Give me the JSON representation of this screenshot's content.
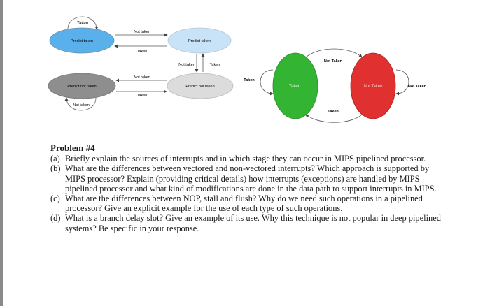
{
  "diagram": {
    "predictor_2bit": {
      "states": {
        "top_left": "Predict taken",
        "top_right": "Predict taken",
        "bottom_left": "Predict not taken",
        "bottom_right": "Predict not taken"
      },
      "transitions": {
        "self_loop_top": "Taken",
        "top_left_to_top_right": "Not taken",
        "top_right_to_top_left": "Taken",
        "right_vertical_down": "Not taken",
        "right_vertical_up": "Taken",
        "bottom_right_to_bottom_left": "Not taken",
        "bottom_left_to_bottom_right": "Taken",
        "self_loop_bottom": "Not taken"
      }
    },
    "predictor_1bit": {
      "states": {
        "left": "Taken",
        "right": "Not Taken"
      },
      "transitions": {
        "self_loop_left": "Taken",
        "top_arc": "Not Taken",
        "self_loop_right": "Not Taken",
        "bottom_arc": "Taken"
      },
      "colors": {
        "left": "#33b533",
        "right": "#e03030"
      }
    },
    "colors": {
      "blue_dark": "#5ab0ea",
      "blue_light": "#c8e2f7",
      "gray_dark": "#8e8e8e",
      "gray_light": "#dcdcdc"
    }
  },
  "problem": {
    "title": "Problem #4",
    "questions": [
      {
        "label": "(a)",
        "text": "Briefly explain the sources of interrupts and in which stage they can occur in MIPS pipelined processor."
      },
      {
        "label": "(b)",
        "text": "What are the differences between vectored and non-vectored interrupts? Which approach is supported by MIPS processor? Explain (providing critical details) how interrupts (exceptions) are handled by MIPS pipelined processor and what kind of modifications are done in the data path to support interrupts in MIPS."
      },
      {
        "label": "(c)",
        "text": "What are the differences between NOP, stall and flush? Why do we need such operations in a pipelined processor? Give an explicit example for the use of each type of such operations."
      },
      {
        "label": "(d)",
        "text": "What is a branch delay slot? Give an example of its use. Why this technique is not popular in deep pipelined systems? Be specific in your response."
      }
    ]
  }
}
